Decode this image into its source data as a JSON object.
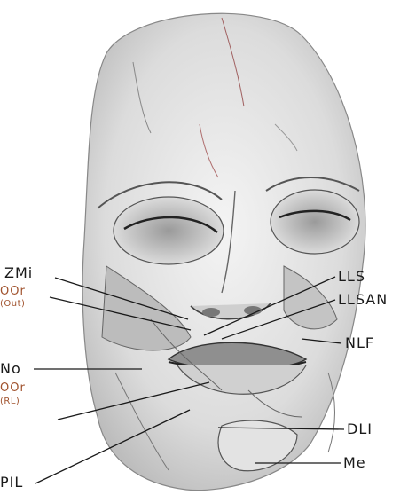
{
  "labels": {
    "zmi": "ZMi",
    "oor_out": "OOr",
    "oor_out_sub": "(Out)",
    "no": "No",
    "oor_rl": "OOr",
    "oor_rl_sub": "(RL)",
    "pil": "PIL",
    "lls": "LLS",
    "llsan": "LLSAN",
    "nlf": "NLF",
    "dli": "DLI",
    "me": "Me"
  },
  "colors": {
    "ink": "#1a1a1a",
    "annotation": "#a0522d",
    "shade": "#d9d9d9"
  }
}
